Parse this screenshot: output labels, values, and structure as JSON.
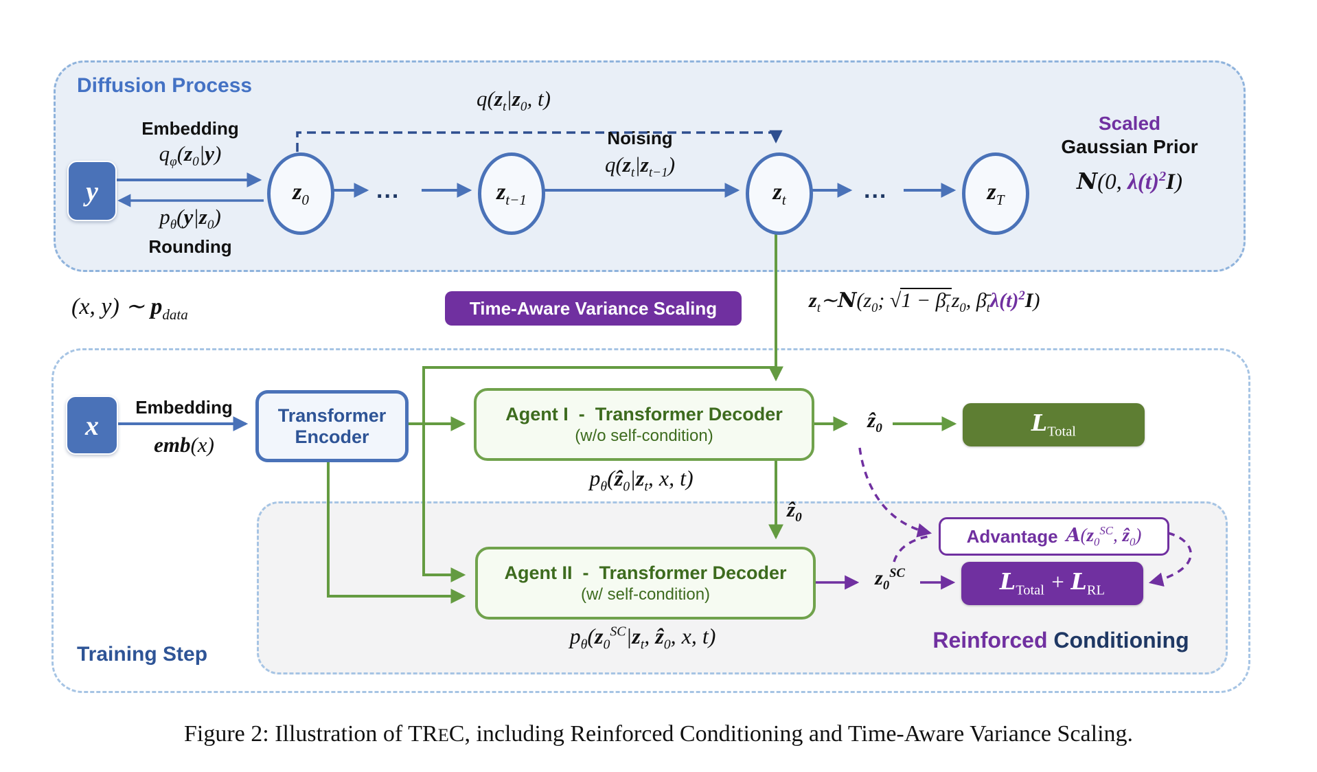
{
  "colors": {
    "blue": "#4a72b8",
    "navy_dashed": "#2e4e8f",
    "panel_border": "#8fb3dc",
    "panel_fill": "#e9eff7",
    "green": "#649b41",
    "green_text": "#3d6b1e",
    "olive_box": "#5e7e33",
    "purple": "#7030a0",
    "title_blue": "#4472c4",
    "dark_blue_text": "#2e5496",
    "navy_text": "#1f3864",
    "gray_fill": "#f3f3f4"
  },
  "diffusion": {
    "title": "Diffusion Process",
    "y_node": "y",
    "embedding_label": "Embedding",
    "embed_formula_html": "q<sub>φ</sub>(<b>z</b><sub>0</sub>|<b>y</b>)",
    "rounding_formula_html": "p<sub>θ</sub>(<b>y</b>|<b>z</b><sub>0</sub>)",
    "rounding_label": "Rounding",
    "q_marginal_html": "q(<b>z</b><sub>t</sub>|<b>z</b><sub>0</sub>, t)",
    "noising_label": "Noising",
    "q_step_html": "q(<b>z</b><sub>t</sub>|<b>z</b><sub>t−1</sub>)",
    "dots": "...",
    "nodes": [
      {
        "label_html": "<b>z</b><sub>0</sub>"
      },
      {
        "label_html": "<b>z</b><sub>t−1</sub>"
      },
      {
        "label_html": "<b>z</b><sub>t</sub>"
      },
      {
        "label_html": "<b>z</b><sub>T</sub>"
      }
    ],
    "scaled_label": "Scaled",
    "gaussian_prior_label": "Gaussian Prior",
    "prior_formula_html": "<span class=\"cal\">N</span>(0, <span class=\"pur\">λ(t)<sup>2</sup></span><b>I</b>)"
  },
  "middle": {
    "pdata_html": "(x, y) ∼ <b>p</b><sub>data</sub>",
    "tavs_label": "Time-Aware Variance Scaling",
    "zt_dist_html": "<b>z</b><sub>t</sub>∼<span class=\"cal\">N</span>(z<sub>0</sub>; <span class=\"rad\">√</span><span class=\"ovl\">1 − β̄<sub>t</sub></span>z<sub>0</sub>, β̄<sub>t</sub><span class=\"pur\">λ(t)<sup>2</sup></span><b>I</b>)"
  },
  "training": {
    "title": "Training Step",
    "x_node": "x",
    "embedding_label": "Embedding",
    "emb_formula_html": "<b>emb</b>(x)",
    "encoder_lines": [
      "Transformer",
      "Encoder"
    ],
    "agent1": {
      "title": "Agent I  -  Transformer Decoder",
      "subtitle": "(w/o self-condition)",
      "formula_html": "p<sub>θ</sub>(<b>ẑ</b><sub>0</sub>|<b>z</b><sub>t</sub>, x, t)"
    },
    "agent2": {
      "title": "Agent II  -  Transformer Decoder",
      "subtitle": "(w/ self-condition)",
      "formula_html": "p<sub>θ</sub>(<b>z</b><sub>0</sub><sup>SC</sup>|<b>z</b><sub>t</sub>, <b>ẑ</b><sub>0</sub>, x, t)"
    },
    "zhat0_html": "<b>ẑ</b><sub>0</sub>",
    "z0sc_html": "<b>z</b><sub>0</sub><sup>SC</sup>",
    "loss_total_html": "<span class=\"cal\">L</span><sub class=\"up\">Total</sub>",
    "loss_rl_html": "<span class=\"cal\">L</span><sub class=\"up\">Total</sub> + <span class=\"cal\">L</span><sub class=\"up\">RL</sub>",
    "advantage_label": "Advantage",
    "advantage_formula_html": "<span class=\"cal\">A</span>(<b>z</b><sub>0</sub><sup>SC</sup>, <b>ẑ</b><sub>0</sub>)",
    "reinforced_label": "Reinforced ",
    "conditioning_label": "Conditioning"
  },
  "caption_html": "Figure 2: Illustration of TR<span class=\"sc\">E</span>C, including Reinforced Conditioning and Time-Aware Variance Scaling."
}
